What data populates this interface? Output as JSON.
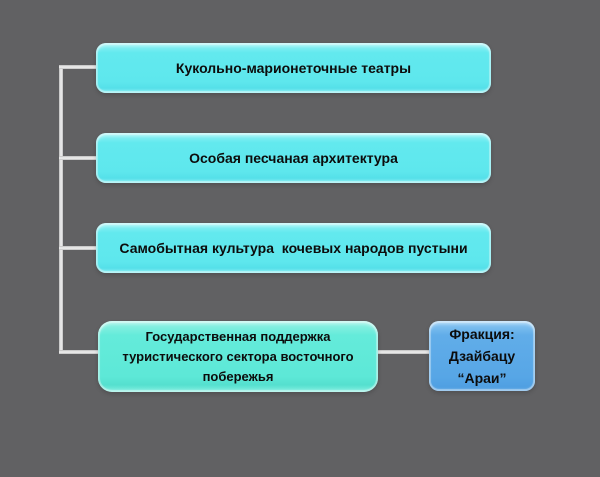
{
  "diagram": {
    "nodes": [
      {
        "id": "node-1",
        "lines": [
          "Кукольно-марионеточные театры"
        ],
        "fill": "#5fe8ee"
      },
      {
        "id": "node-2",
        "lines": [
          "Особая песчаная архитектура"
        ],
        "fill": "#5fe8ee"
      },
      {
        "id": "node-3",
        "lines": [
          "Самобытная культура  кочевых народов пустыни"
        ],
        "fill": "#5fe8ee"
      },
      {
        "id": "node-4",
        "lines": [
          "Государственная поддержка",
          "туристического сектора восточного",
          "побережья"
        ],
        "fill": "#5ee9d8"
      },
      {
        "id": "node-5",
        "lines": [
          "Фракция:",
          "Дзайбацу",
          "“Араи”"
        ],
        "fill": "#58a8e8"
      }
    ],
    "connections": [
      {
        "from": "trunk",
        "to": "node-1"
      },
      {
        "from": "trunk",
        "to": "node-2"
      },
      {
        "from": "trunk",
        "to": "node-3"
      },
      {
        "from": "trunk",
        "to": "node-4"
      },
      {
        "from": "node-4",
        "to": "node-5"
      }
    ],
    "colors": {
      "background": "#616163",
      "node_cyan": "#5fe8ee",
      "node_teal": "#5ee9d8",
      "node_blue": "#58a8e8",
      "connector": "#d6d6d6",
      "text": "#0c0c0c"
    }
  }
}
